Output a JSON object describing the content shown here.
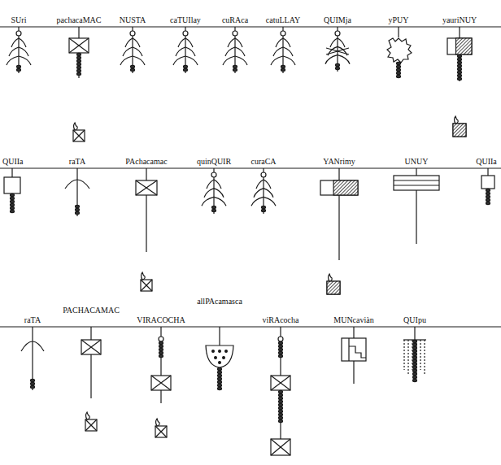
{
  "diagram": {
    "labels": [
      "SUri",
      "pachacaMAC",
      "NUSTA",
      "caTUIlay",
      "cuRAca",
      "catuLLAY",
      "QUIMja",
      "yPUY",
      "yauriNUY",
      "QUIIa",
      "raTA",
      "PAchacamac",
      "quinQUIR",
      "curaCA",
      "YANrimy",
      "UNUY",
      "QUIIa",
      "raTA",
      "PACHACAMAC",
      "VIRACOCHA",
      "allPAcamasca",
      "viRAcocha",
      "MUNcaviàn",
      "QUIpu"
    ]
  }
}
